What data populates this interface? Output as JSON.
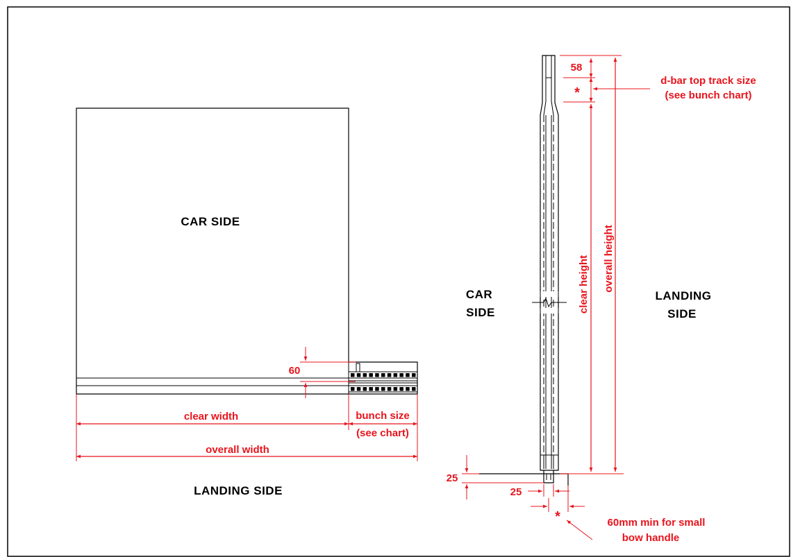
{
  "colors": {
    "dimension": "#e8141c",
    "outline": "#000000"
  },
  "plan_view": {
    "car_side_label": "CAR SIDE",
    "landing_side_label": "LANDING SIDE",
    "dim_60": "60",
    "clear_width": "clear width",
    "bunch_size_line1": "bunch size",
    "bunch_size_line2": "(see chart)",
    "overall_width": "overall width"
  },
  "section_view": {
    "dim_58": "58",
    "asterisk": "*",
    "top_track_line1": "d-bar top track size",
    "top_track_line2": "(see bunch chart)",
    "clear_height": "clear height",
    "overall_height": "overall height",
    "car_side_line1": "CAR",
    "car_side_line2": "SIDE",
    "landing_side_line1": "LANDING",
    "landing_side_line2": "SIDE",
    "dim_25_vertical": "25",
    "dim_25_horizontal": "25",
    "bottom_asterisk": "*",
    "handle_note_line1": "60mm min for small",
    "handle_note_line2": "bow handle"
  }
}
